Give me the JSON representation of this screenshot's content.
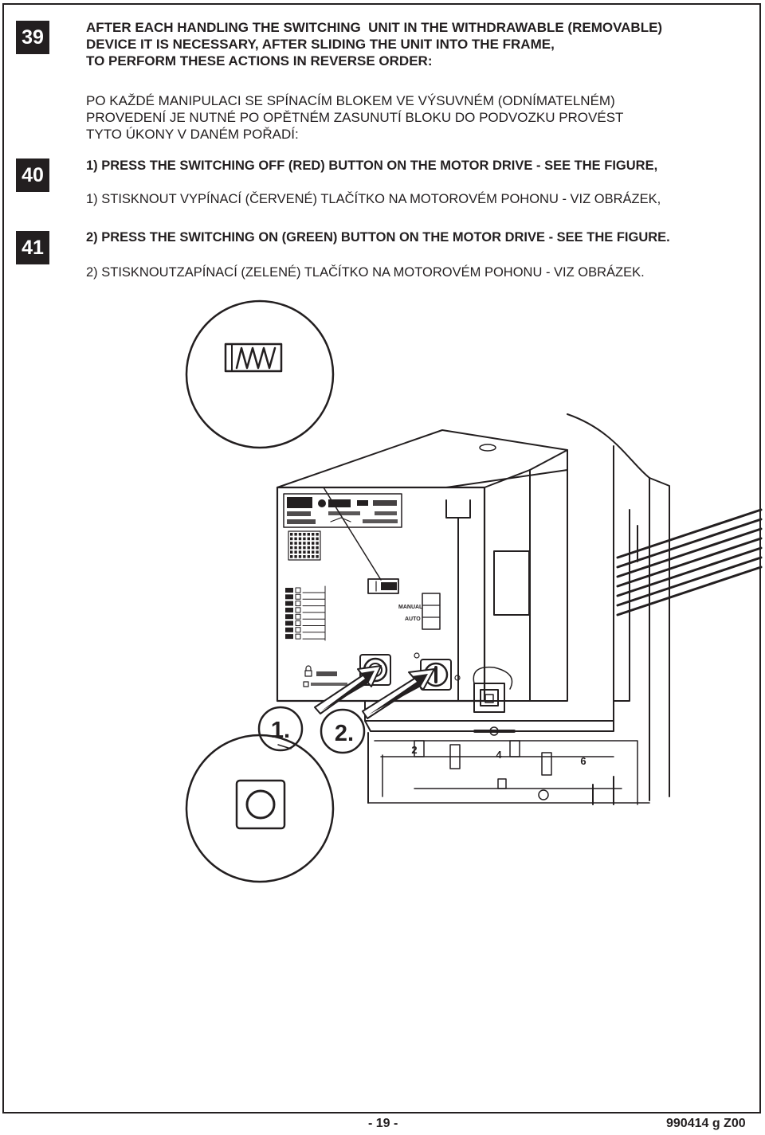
{
  "steps": {
    "s39": "39",
    "s40": "40",
    "s41": "41"
  },
  "intro": {
    "en": [
      "AFTER EACH HANDLING THE SWITCHING  UNIT IN THE WITHDRAWABLE (REMOVABLE)",
      "DEVICE IT IS NECESSARY, AFTER SLIDING THE UNIT INTO THE FRAME,",
      "TO PERFORM THESE ACTIONS IN REVERSE ORDER:"
    ],
    "cz": [
      "PO KAŽDÉ MANIPULACI SE SPÍNACÍM BLOKEM VE VÝSUVNÉM (ODNÍMATELNÉM)",
      "PROVEDENÍ JE NUTNÉ PO OPĚTNÉM ZASUNUTÍ BLOKU DO PODVOZKU PROVÉST",
      "TYTO ÚKONY V DANÉM POŘADÍ:"
    ]
  },
  "step1": {
    "en": "1) PRESS THE SWITCHING OFF (RED) BUTTON ON THE MOTOR DRIVE - SEE THE FIGURE,",
    "cz": "1) STISKNOUT VYPÍNACÍ (ČERVENÉ) TLAČÍTKO NA MOTOROVÉM POHONU - VIZ OBRÁZEK,"
  },
  "step2": {
    "en": "2) PRESS THE SWITCHING ON (GREEN) BUTTON ON THE MOTOR DRIVE - SEE THE FIGURE.",
    "cz": "2) STISKNOUTZAPÍNACÍ (ZELENÉ) TLAČÍTKO NA MOTOROVÉM POHONU - VIZ OBRÁZEK."
  },
  "figure": {
    "callout1": "1.",
    "callout2": "2.",
    "label_manual": "MANUAL",
    "label_auto": "AUTO",
    "terminals": [
      "2",
      "4",
      "6"
    ],
    "icon_names": [
      "spring-charge-indicator-icon",
      "push-button-icon",
      "arrow-icon",
      "padlock-icon"
    ]
  },
  "footer": {
    "page": "- 19 -",
    "doc_code": "990414 g Z00"
  }
}
